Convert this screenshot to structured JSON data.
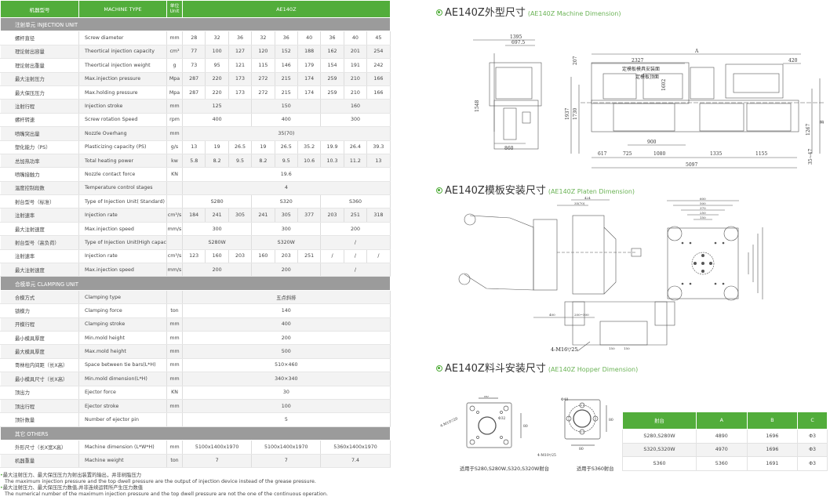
{
  "table": {
    "header": {
      "cn": "机器型号",
      "en": "MACHINE TYPE",
      "unit": "单位 Unit",
      "model": "AE140Z"
    },
    "sections": [
      {
        "title": "注射单元  INJECTION UNIT",
        "rows": [
          {
            "cn": "螺杆直径",
            "en": "Screw diameter",
            "unit": "mm",
            "values": [
              "28",
              "32",
              "36",
              "32",
              "36",
              "40",
              "36",
              "40",
              "45"
            ]
          },
          {
            "cn": "理论射出容量",
            "en": "Theortical injection capacity",
            "unit": "cm³",
            "values": [
              "77",
              "100",
              "127",
              "120",
              "152",
              "188",
              "162",
              "201",
              "254"
            ]
          },
          {
            "cn": "理论射出重量",
            "en": "Theortical injection weight",
            "unit": "g",
            "values": [
              "73",
              "95",
              "121",
              "115",
              "146",
              "179",
              "154",
              "191",
              "242"
            ]
          },
          {
            "cn": "最大注射压力",
            "en": "Max.injection pressure",
            "unit": "Mpa",
            "values": [
              "287",
              "220",
              "173",
              "272",
              "215",
              "174",
              "259",
              "210",
              "166"
            ]
          },
          {
            "cn": "最大保压压力",
            "en": "Max.holding pressure",
            "unit": "Mpa",
            "values": [
              "287",
              "220",
              "173",
              "272",
              "215",
              "174",
              "259",
              "210",
              "166"
            ]
          },
          {
            "cn": "注射行程",
            "en": "Injection stroke",
            "unit": "mm",
            "values": [
              "125",
              "150",
              "160"
            ]
          },
          {
            "cn": "螺杆转速",
            "en": "Screw rotation Speed",
            "unit": "rpm",
            "values": [
              "400",
              "400",
              "300"
            ]
          },
          {
            "cn": "喷嘴突出量",
            "en": "Nozzle Overhang",
            "unit": "mm",
            "values": [
              "35(70)"
            ]
          },
          {
            "cn": "塑化能力（PS）",
            "en": "Plasticizing capacity (PS)",
            "unit": "g/s",
            "values": [
              "13",
              "19",
              "26.5",
              "19",
              "26.5",
              "35.2",
              "19.9",
              "26.4",
              "39.3"
            ]
          },
          {
            "cn": "总加热功率",
            "en": "Total heating power",
            "unit": "kw",
            "values": [
              "5.8",
              "8.2",
              "9.5",
              "8.2",
              "9.5",
              "10.6",
              "10.3",
              "11.2",
              "13"
            ]
          },
          {
            "cn": "喷嘴接触力",
            "en": "Nozzle contact force",
            "unit": "KN",
            "values": [
              "19.6"
            ]
          },
          {
            "cn": "温度控制段数",
            "en": "Temperature control stages",
            "unit": "",
            "values": [
              "4"
            ]
          },
          {
            "cn": "射台型号（标准）",
            "en": "Type of Injection Unit( Standard)",
            "unit": "",
            "values": [
              "S280",
              "S320",
              "S360"
            ]
          },
          {
            "cn": "注射速率",
            "en": "Injection rate",
            "unit": "cm³/s",
            "values": [
              "184",
              "241",
              "305",
              "241",
              "305",
              "377",
              "203",
              "251",
              "318"
            ]
          },
          {
            "cn": "最大注射速度",
            "en": "Max.injection speed",
            "unit": "mm/s",
            "values": [
              "300",
              "300",
              "200"
            ]
          },
          {
            "cn": "射台型号（高负荷）",
            "en": "Type of Injection Unit(High capacity)",
            "unit": "",
            "values": [
              "S280W",
              "S320W",
              "/"
            ]
          },
          {
            "cn": "注射速率",
            "en": "Injection rate",
            "unit": "cm³/s",
            "values": [
              "123",
              "160",
              "203",
              "160",
              "203",
              "251",
              "/",
              "/",
              "/"
            ]
          },
          {
            "cn": "最大注射速度",
            "en": "Max.injection speed",
            "unit": "mm/s",
            "values": [
              "200",
              "200",
              "/"
            ]
          }
        ]
      },
      {
        "title": "合模单元  CLAMPING UNIT",
        "rows": [
          {
            "cn": "合模方式",
            "en": "Clamping type",
            "unit": "",
            "values": [
              "五点斜排"
            ]
          },
          {
            "cn": "锁模力",
            "en": "Clamping force",
            "unit": "ton",
            "values": [
              "140"
            ]
          },
          {
            "cn": "开模行程",
            "en": "Clamping stroke",
            "unit": "mm",
            "values": [
              "400"
            ]
          },
          {
            "cn": "最小模具厚度",
            "en": "Min.mold height",
            "unit": "mm",
            "values": [
              "200"
            ]
          },
          {
            "cn": "最大模具厚度",
            "en": "Max.mold height",
            "unit": "mm",
            "values": [
              "500"
            ]
          },
          {
            "cn": "哥林柱内间距（长X高）",
            "en": "Space between tie bars(L*H)",
            "unit": "mm",
            "values": [
              "510×460"
            ]
          },
          {
            "cn": "最小模具尺寸（长X高）",
            "en": "Min.mold dimension(L*H)",
            "unit": "mm",
            "values": [
              "340×340"
            ]
          },
          {
            "cn": "顶出力",
            "en": "Ejector force",
            "unit": "KN",
            "values": [
              "30"
            ]
          },
          {
            "cn": "顶出行程",
            "en": "Ejector stroke",
            "unit": "mm",
            "values": [
              "100"
            ]
          },
          {
            "cn": "顶针数量",
            "en": "Number of ejector pin",
            "unit": "",
            "values": [
              "5"
            ]
          }
        ]
      },
      {
        "title": "其它  OTHERS",
        "rows": [
          {
            "cn": "外形尺寸（长X宽X高）",
            "en": "Machine dimension (L*W*H)",
            "unit": "mm",
            "values": [
              "5100x1400x1970",
              "5100x1400x1970",
              "5360x1400x1970"
            ]
          },
          {
            "cn": "机器重量",
            "en": "Machine weight",
            "unit": "ton",
            "values": [
              "7",
              "7",
              "7.4"
            ]
          }
        ]
      }
    ]
  },
  "notes": [
    {
      "cn": "最大注射压力、最大保压压力为射出装置的输出，并非树脂压力",
      "en": "The maximum injection pressure and the top dwell pressure are the output of injection device instead of the grease pressure."
    },
    {
      "cn": "最大注射压力、最大保压压力数值,并非连续运转所产生压力数值",
      "en": "The numerical number of the maximum injection pressure and the top dwell pressure are not the one of the continuous operation."
    }
  ],
  "drawings": {
    "machine": {
      "title_cn": "AE140Z外型尺寸",
      "title_en": "(AE140Z Machine Dimension)",
      "dims": {
        "d1395": "1395",
        "d697": "697.5",
        "d860": "860",
        "d1548": "1548",
        "d1937": "1937",
        "d1730": "1730",
        "d207": "207",
        "dA": "A",
        "d2327": "2327",
        "d420": "420",
        "d1602": "1602",
        "dB": "B",
        "d1267": "1267",
        "d3547": "35~47",
        "d900": "900",
        "d617": "617",
        "d725": "725",
        "d1080": "1080",
        "d1335": "1335",
        "d1155": "1155",
        "d5097": "5097",
        "lbl1": "定模板模具安装面",
        "lbl2": "定模板顶面"
      }
    },
    "platen": {
      "title_cn": "AE140Z模板安装尺寸",
      "title_en": "(AE140Z Platen Dimension)",
      "dims": {
        "d424": "424",
        "d35": "35(70)",
        "d400": "400",
        "d200": "200~500",
        "d600": "600",
        "d500": "500",
        "d370": "370",
        "d250": "250",
        "d150": "150",
        "d150b": "150",
        "d150c": "150",
        "bolt": "4-M16▽25"
      }
    },
    "hopper": {
      "title_cn": "AE140Z料斗安装尺寸",
      "title_en": "(AE140Z Hopper Dimension)",
      "caption1": "适用于S280,S280W,S320,S320W射台",
      "caption2": "适用于S360射台",
      "dims": {
        "d80": "80",
        "d80b": "80",
        "d80c": "80",
        "d80d": "80",
        "phi32": "Φ32",
        "phi40": "Φ40",
        "bolt1": "4-M10▽20",
        "bolt2": "4-M10▽25"
      },
      "table": {
        "headers": [
          "射台",
          "A",
          "B",
          "C"
        ],
        "rows": [
          [
            "S280,S280W",
            "4890",
            "1696",
            "Φ3"
          ],
          [
            "S320,S320W",
            "4970",
            "1696",
            "Φ3"
          ],
          [
            "S360",
            "5360",
            "1691",
            "Φ3"
          ]
        ]
      }
    }
  },
  "colors": {
    "brand_green": "#52ad3b",
    "section_gray": "#9b9b9b"
  }
}
